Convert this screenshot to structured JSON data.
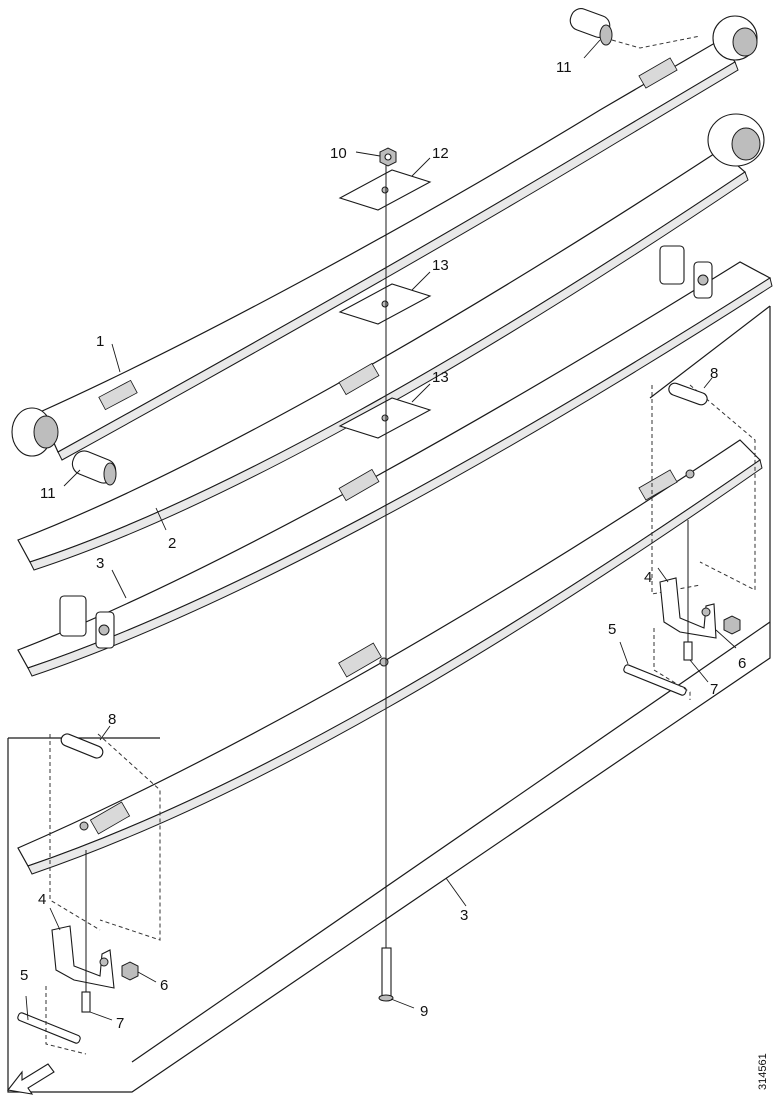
{
  "callouts": {
    "c1": "1",
    "c2": "2",
    "c3a": "3",
    "c3b": "3",
    "c4a": "4",
    "c4b": "4",
    "c5a": "5",
    "c5b": "5",
    "c6a": "6",
    "c6b": "6",
    "c7a": "7",
    "c7b": "7",
    "c8a": "8",
    "c8b": "8",
    "c9": "9",
    "c10": "10",
    "c11a": "11",
    "c11b": "11",
    "c12": "12",
    "c13a": "13",
    "c13b": "13"
  },
  "document_number": "314561"
}
